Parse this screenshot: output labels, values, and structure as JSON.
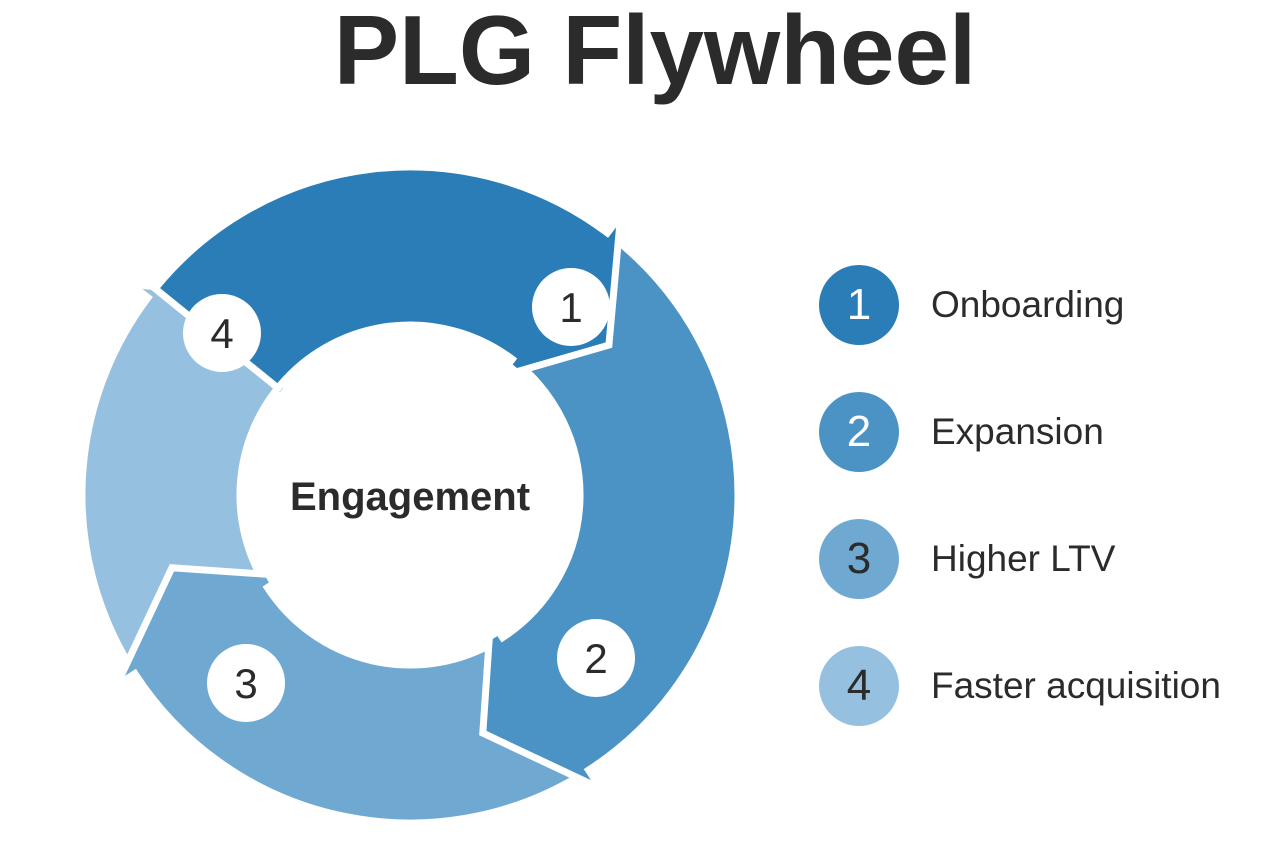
{
  "title": "PLG Flywheel",
  "center_label": "Engagement",
  "colors": {
    "step1": "#2a7db7",
    "step2": "#4b93c5",
    "step3": "#6fa9d2",
    "step4": "#96c0df",
    "text_dark": "#2b2b2b",
    "background": "#ffffff"
  },
  "steps": [
    {
      "number": "1",
      "label": "Onboarding"
    },
    {
      "number": "2",
      "label": "Expansion"
    },
    {
      "number": "3",
      "label": "Higher LTV"
    },
    {
      "number": "4",
      "label": "Faster acquisition"
    }
  ]
}
